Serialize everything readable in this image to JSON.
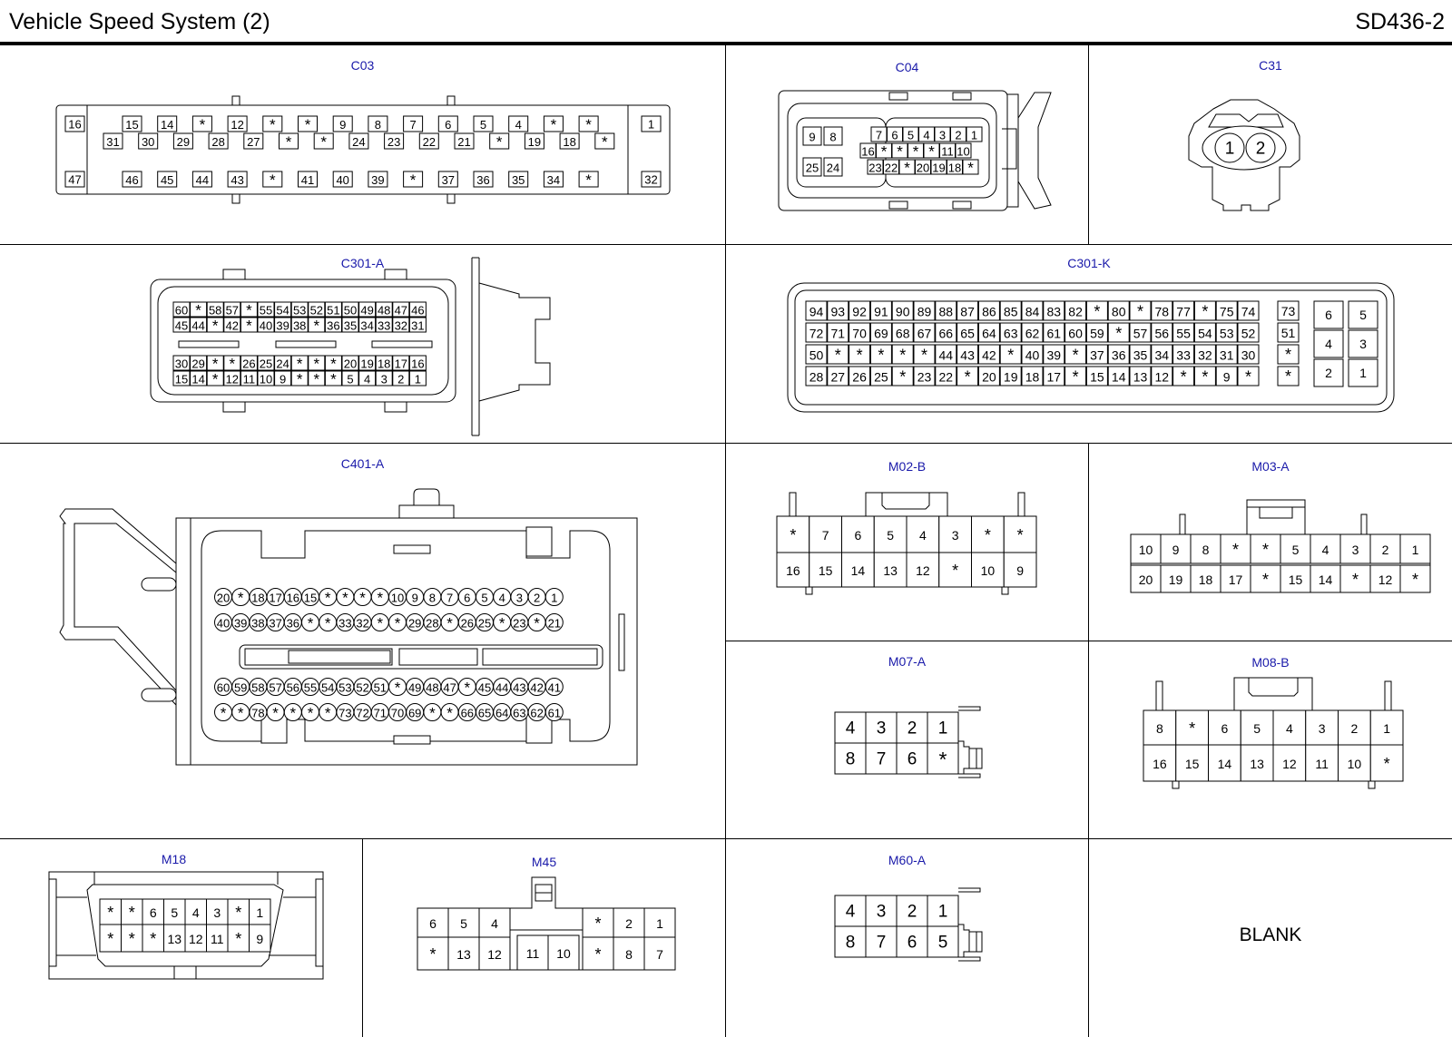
{
  "header": {
    "title": "Vehicle Speed System (2)",
    "code": "SD436-2"
  },
  "connectors": {
    "c03": {
      "label": "C03",
      "row1": [
        "15",
        "14",
        "*",
        "12",
        "*",
        "*",
        "9",
        "8",
        "7",
        "6",
        "5",
        "4",
        "*",
        "*"
      ],
      "row2": [
        "31",
        "30",
        "29",
        "28",
        "27",
        "*",
        "*",
        "24",
        "23",
        "22",
        "21",
        "*",
        "19",
        "18",
        "*"
      ],
      "row3": [
        "46",
        "45",
        "44",
        "43",
        "*",
        "41",
        "40",
        "39",
        "*",
        "37",
        "36",
        "35",
        "34",
        "*"
      ],
      "left": [
        "16",
        "47"
      ],
      "right": [
        "1",
        "32"
      ]
    },
    "c04": {
      "label": "C04",
      "left_top": [
        "9",
        "8"
      ],
      "left_bottom": [
        "25",
        "24"
      ],
      "row1": [
        "7",
        "6",
        "5",
        "4",
        "3",
        "2",
        "1"
      ],
      "row2": [
        "16",
        "*",
        "*",
        "*",
        "*",
        "11",
        "10"
      ],
      "row3": [
        "23",
        "22",
        "*",
        "20",
        "19",
        "18",
        "*"
      ]
    },
    "c31": {
      "label": "C31",
      "pins": [
        "1",
        "2"
      ]
    },
    "c301a": {
      "label": "C301-A",
      "row1": [
        "60",
        "*",
        "58",
        "57",
        "*",
        "55",
        "54",
        "53",
        "52",
        "51",
        "50",
        "49",
        "48",
        "47",
        "46"
      ],
      "row2": [
        "45",
        "44",
        "*",
        "42",
        "*",
        "40",
        "39",
        "38",
        "*",
        "36",
        "35",
        "34",
        "33",
        "32",
        "31"
      ],
      "row3": [
        "30",
        "29",
        "*",
        "*",
        "26",
        "25",
        "24",
        "*",
        "*",
        "*",
        "20",
        "19",
        "18",
        "17",
        "16"
      ],
      "row4": [
        "15",
        "14",
        "*",
        "12",
        "11",
        "10",
        "9",
        "*",
        "*",
        "*",
        "5",
        "4",
        "3",
        "2",
        "1"
      ]
    },
    "c301k": {
      "label": "C301-K",
      "row1": [
        "94",
        "93",
        "92",
        "91",
        "90",
        "89",
        "88",
        "87",
        "86",
        "85",
        "84",
        "83",
        "82",
        "*",
        "80",
        "*",
        "78",
        "77",
        "*",
        "75",
        "74"
      ],
      "row2": [
        "72",
        "71",
        "70",
        "69",
        "68",
        "67",
        "66",
        "65",
        "64",
        "63",
        "62",
        "61",
        "60",
        "59",
        "*",
        "57",
        "56",
        "55",
        "54",
        "53",
        "52"
      ],
      "row3": [
        "50",
        "*",
        "*",
        "*",
        "*",
        "*",
        "44",
        "43",
        "42",
        "*",
        "40",
        "39",
        "*",
        "37",
        "36",
        "35",
        "34",
        "33",
        "32",
        "31",
        "30"
      ],
      "row4": [
        "28",
        "27",
        "26",
        "25",
        "*",
        "23",
        "22",
        "*",
        "20",
        "19",
        "18",
        "17",
        "*",
        "15",
        "14",
        "13",
        "12",
        "*",
        "*",
        "9",
        "*"
      ],
      "mid": [
        "73",
        "51",
        "*",
        "*"
      ],
      "right": [
        "6",
        "5",
        "4",
        "3",
        "2",
        "1"
      ]
    },
    "c401a": {
      "label": "C401-A",
      "row1": [
        "20",
        "*",
        "18",
        "17",
        "16",
        "15",
        "*",
        "*",
        "*",
        "*",
        "10",
        "9",
        "8",
        "7",
        "6",
        "5",
        "4",
        "3",
        "2",
        "1"
      ],
      "row2": [
        "40",
        "39",
        "38",
        "37",
        "36",
        "*",
        "*",
        "33",
        "32",
        "*",
        "*",
        "29",
        "28",
        "*",
        "26",
        "25",
        "*",
        "23",
        "*",
        "21"
      ],
      "row3": [
        "60",
        "59",
        "58",
        "57",
        "56",
        "55",
        "54",
        "53",
        "52",
        "51",
        "*",
        "49",
        "48",
        "47",
        "*",
        "45",
        "44",
        "43",
        "42",
        "41"
      ],
      "row4": [
        "*",
        "*",
        "78",
        "*",
        "*",
        "*",
        "*",
        "73",
        "72",
        "71",
        "70",
        "69",
        "*",
        "*",
        "66",
        "65",
        "64",
        "63",
        "62",
        "61"
      ]
    },
    "m02b": {
      "label": "M02-B",
      "top": [
        "*",
        "7",
        "6",
        "5",
        "4",
        "3",
        "*",
        "*"
      ],
      "bottom": [
        "16",
        "15",
        "14",
        "13",
        "12",
        "*",
        "10",
        "9"
      ]
    },
    "m03a": {
      "label": "M03-A",
      "top": [
        "10",
        "9",
        "8",
        "*",
        "*",
        "5",
        "4",
        "3",
        "2",
        "1"
      ],
      "bottom": [
        "20",
        "19",
        "18",
        "17",
        "*",
        "15",
        "14",
        "*",
        "12",
        "*"
      ]
    },
    "m07a": {
      "label": "M07-A",
      "top": [
        "4",
        "3",
        "2",
        "1"
      ],
      "bottom": [
        "8",
        "7",
        "6",
        "*"
      ]
    },
    "m08b": {
      "label": "M08-B",
      "top": [
        "8",
        "*",
        "6",
        "5",
        "4",
        "3",
        "2",
        "1"
      ],
      "bottom": [
        "16",
        "15",
        "14",
        "13",
        "12",
        "11",
        "10",
        "*"
      ]
    },
    "m18": {
      "label": "M18",
      "top": [
        "*",
        "*",
        "6",
        "5",
        "4",
        "3",
        "*",
        "1"
      ],
      "bottom": [
        "*",
        "*",
        "*",
        "13",
        "12",
        "11",
        "*",
        "9"
      ]
    },
    "m45": {
      "label": "M45",
      "top_left": [
        "6",
        "5",
        "4"
      ],
      "top_right": [
        "*",
        "2",
        "1"
      ],
      "bottom_left": [
        "*",
        "13",
        "12"
      ],
      "bottom_mid": [
        "11",
        "10"
      ],
      "bottom_right": [
        "*",
        "8",
        "7"
      ]
    },
    "m60a": {
      "label": "M60-A",
      "top": [
        "4",
        "3",
        "2",
        "1"
      ],
      "bottom": [
        "8",
        "7",
        "6",
        "5"
      ]
    }
  },
  "blank": "BLANK"
}
